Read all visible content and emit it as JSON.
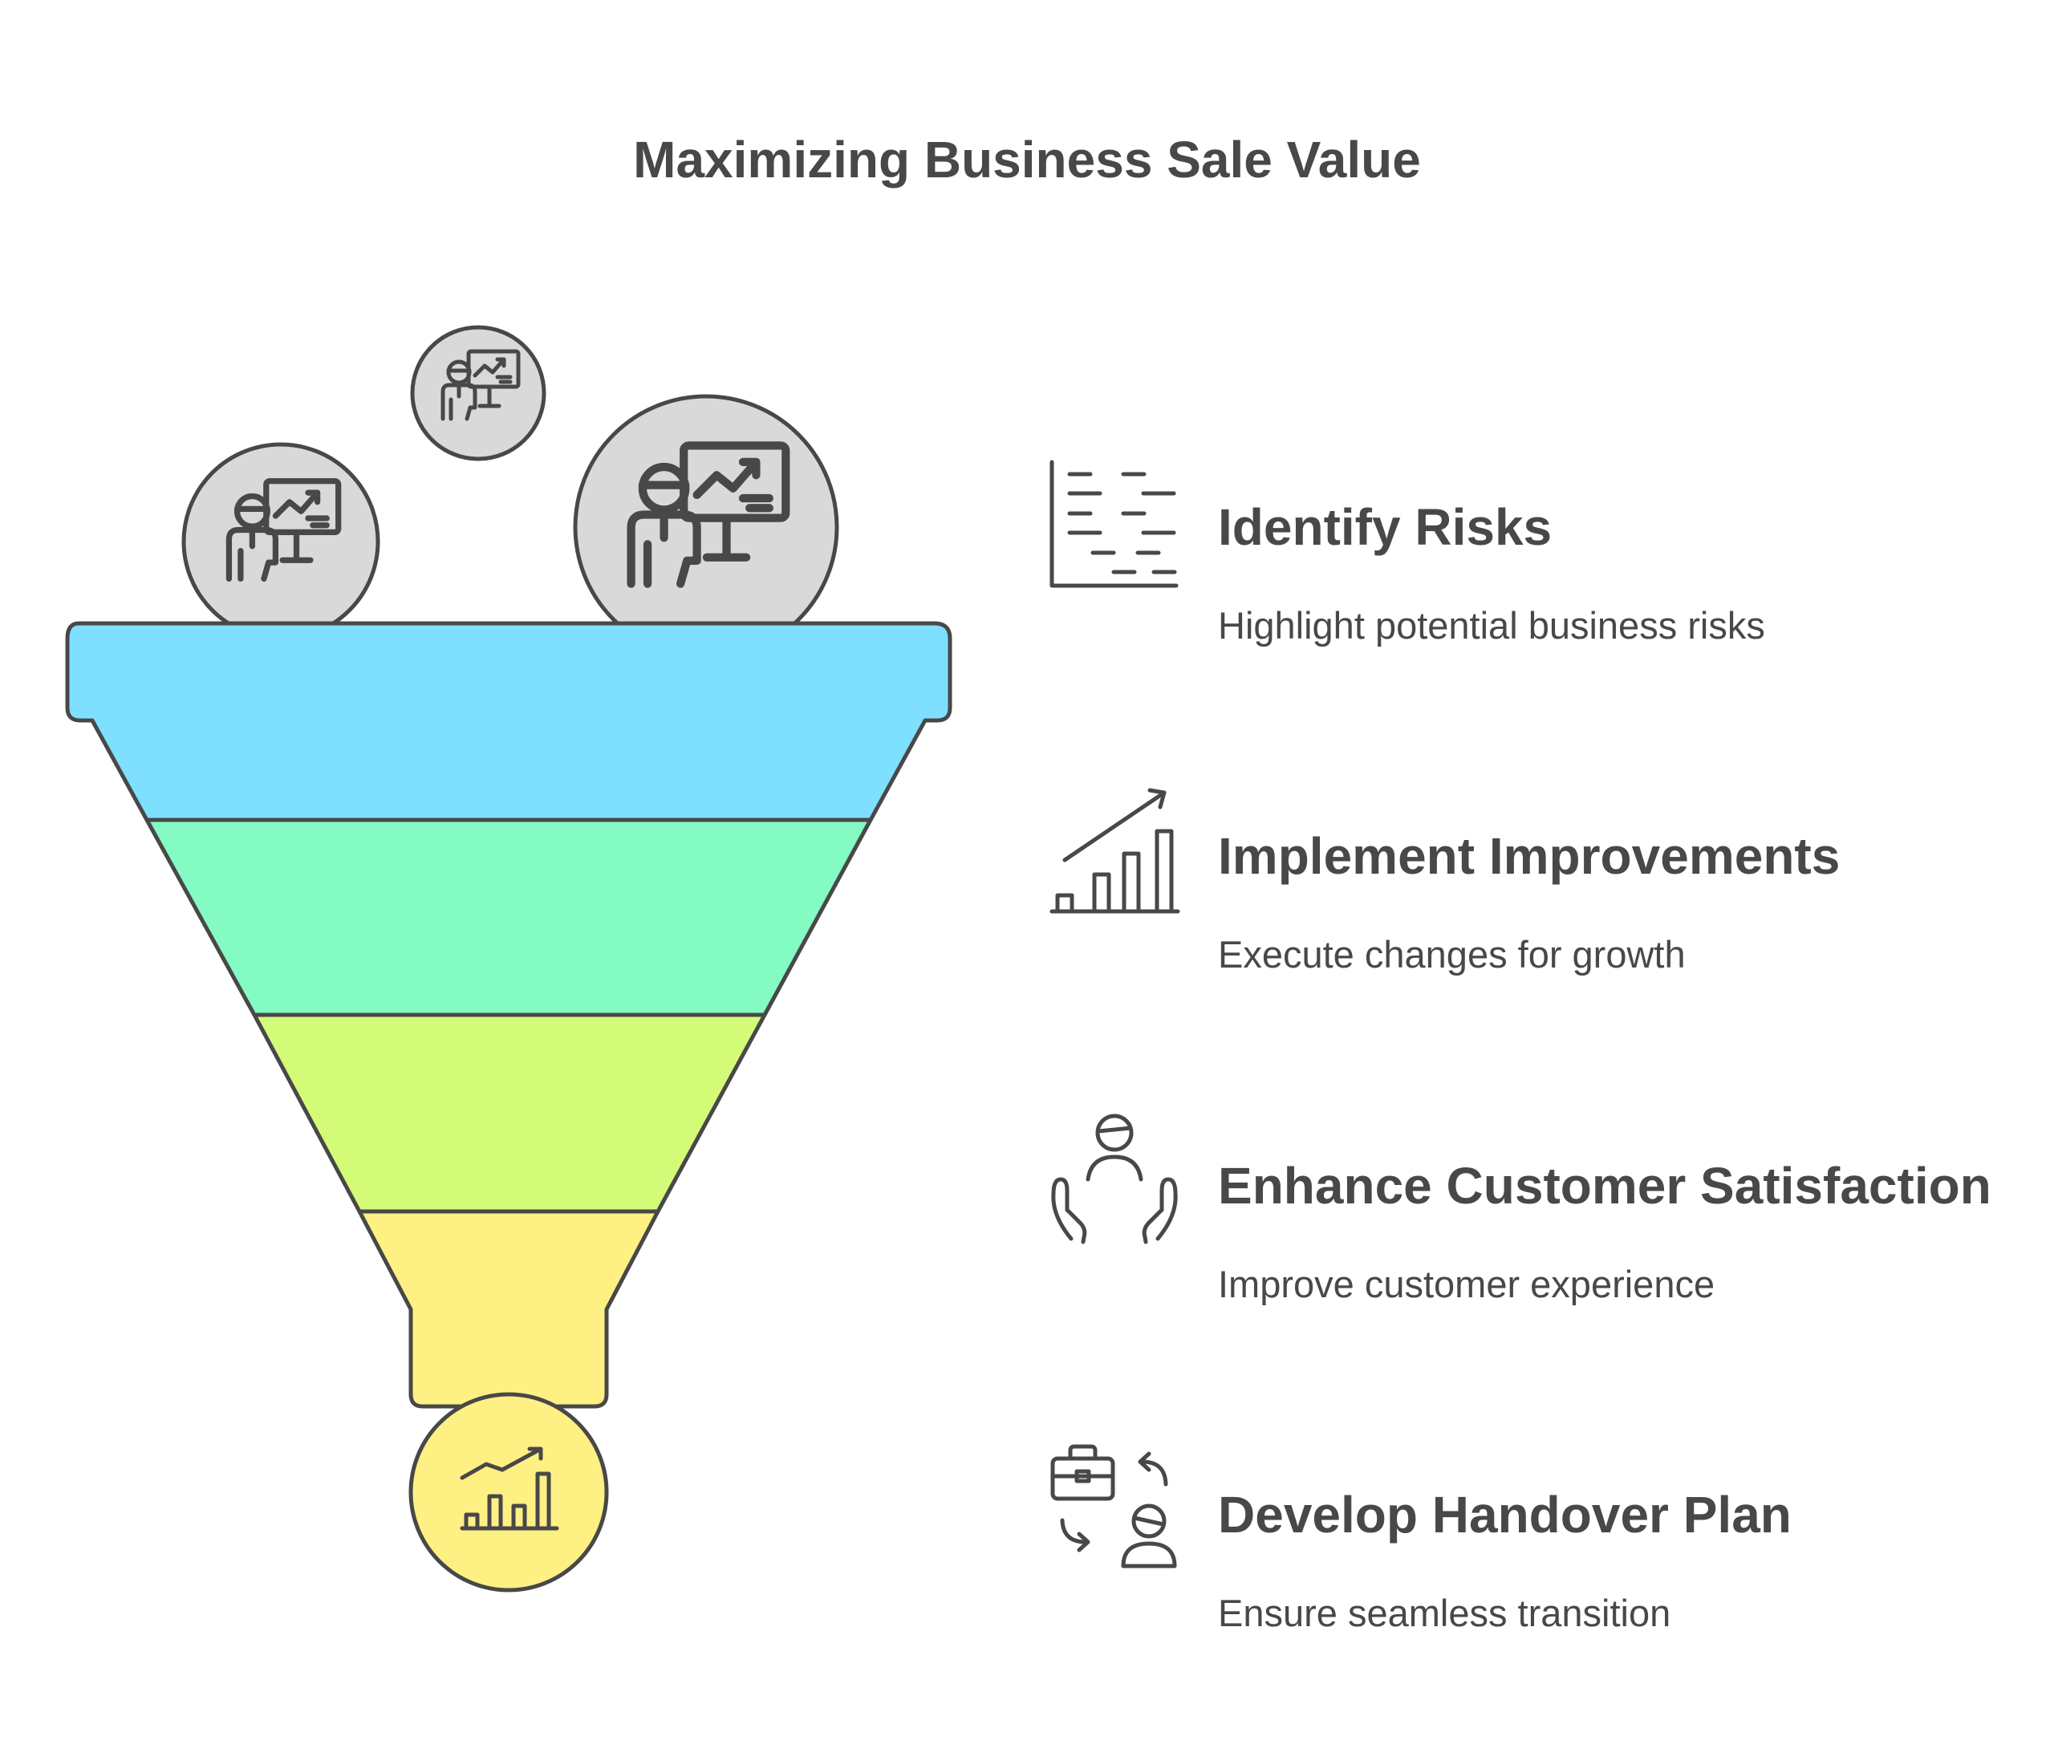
{
  "title": "Maximizing Business Sale Value",
  "colors": {
    "outline": "#484848",
    "bubble_fill": "#d9d9d9",
    "stage_1": "#7fdfff",
    "stage_2": "#83fbc3",
    "stage_3": "#d3fb78",
    "stage_4": "#fff083",
    "output_circle": "#fff083"
  },
  "input_icons": [
    "presenter-chart-icon",
    "presenter-chart-icon",
    "presenter-chart-icon"
  ],
  "output_icon": "growth-bar-chart-icon",
  "steps": [
    {
      "title": "Identify Risks",
      "description": "Highlight potential business risks",
      "icon": "risk-list-chart-icon"
    },
    {
      "title": "Implement Improvements",
      "description": "Execute changes for growth",
      "icon": "growth-chart-icon"
    },
    {
      "title": "Enhance Customer Satisfaction",
      "description": "Improve customer experience",
      "icon": "customer-care-hands-icon"
    },
    {
      "title": "Develop Handover Plan",
      "description": "Ensure seamless transition",
      "icon": "handover-briefcase-icon"
    }
  ]
}
